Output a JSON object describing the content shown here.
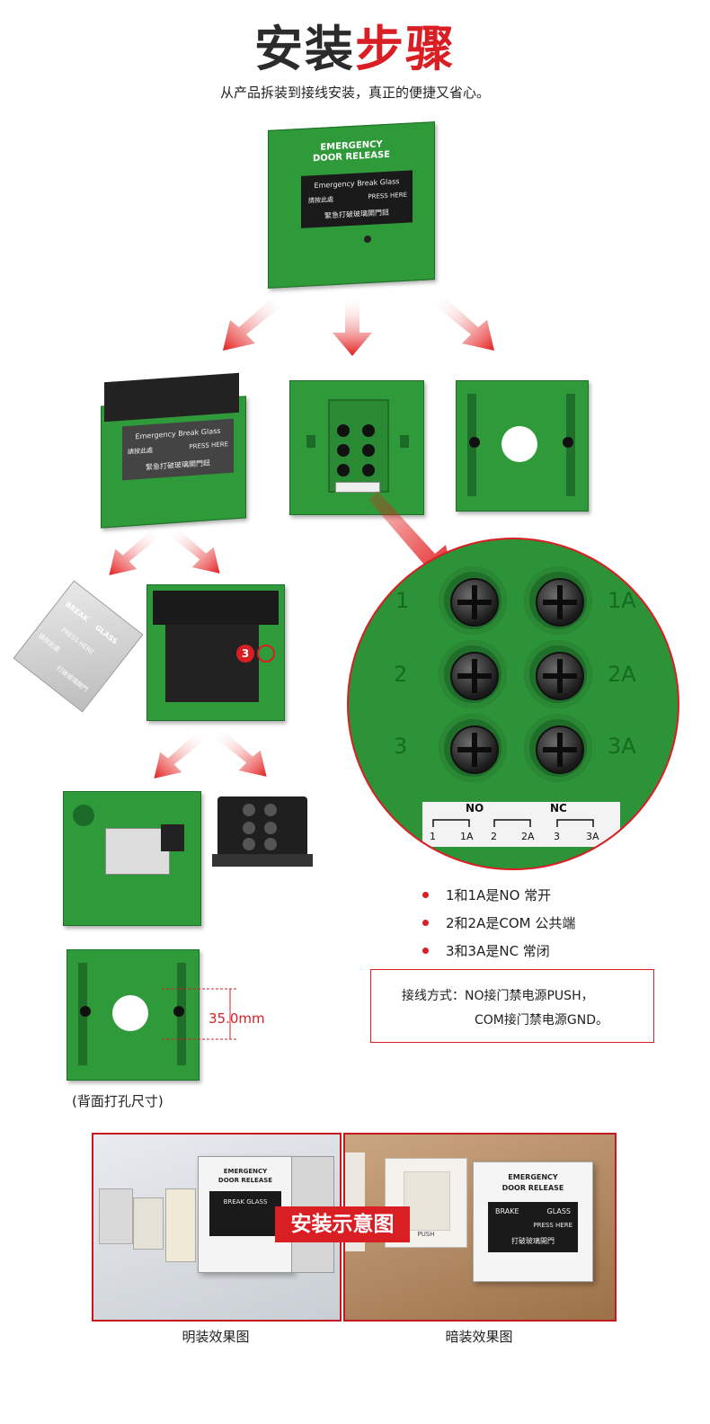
{
  "header": {
    "title_part1": "安装",
    "title_part2": "步骤",
    "subtitle": "从产品拆装到接线安装，真正的便捷又省心。"
  },
  "device": {
    "label_line1": "EMERGENCY",
    "label_line2": "DOOR RELEASE",
    "glass_text": "Emergency Break Glass",
    "press_left": "請按此處",
    "press_right": "PRESS HERE",
    "glass_cn": "緊急打破玻璃開門鈕"
  },
  "glass_card": {
    "line1": "BREAK",
    "line2": "GLASS",
    "press": "PRESS HERE",
    "cn_left": "請按此處",
    "cn_right": "打破玻璃開門"
  },
  "marker": {
    "number": "3"
  },
  "zoom": {
    "left_labels": [
      "1",
      "2",
      "3"
    ],
    "right_labels": [
      "1A",
      "2A",
      "3A"
    ],
    "no_label": "NO",
    "nc_label": "NC",
    "bottom_labels": [
      "1",
      "1A",
      "2",
      "2A",
      "3",
      "3A"
    ]
  },
  "dimension": {
    "text": "35.0mm"
  },
  "back_caption": "(背面打孔尺寸)",
  "legend": [
    "1和1A是NO 常开",
    "2和2A是COM 公共端",
    "3和3A是NC 常闭"
  ],
  "wiring": {
    "line1": "接线方式：NO接门禁电源PUSH，",
    "line2": "COM接门禁电源GND。"
  },
  "photos": {
    "badge": "安装示意图",
    "left_caption": "明装效果图",
    "right_caption": "暗装效果图",
    "left_device_l1": "EMERGENCY",
    "left_device_l2": "DOOR RELEASE",
    "left_device_l3": "BREAK GLASS",
    "right_device_l1": "EMERGENCY",
    "right_device_l2": "DOOR RELEASE",
    "right_device_brake": "BRAKE",
    "right_device_glass": "GLASS",
    "right_device_press": "PRESS HERE",
    "right_device_cn": "打破玻璃開門",
    "push_label": "PUSH"
  },
  "colors": {
    "accent_red": "#d91e24",
    "device_green": "#2f9a3a",
    "dark": "#1a1a1a"
  }
}
